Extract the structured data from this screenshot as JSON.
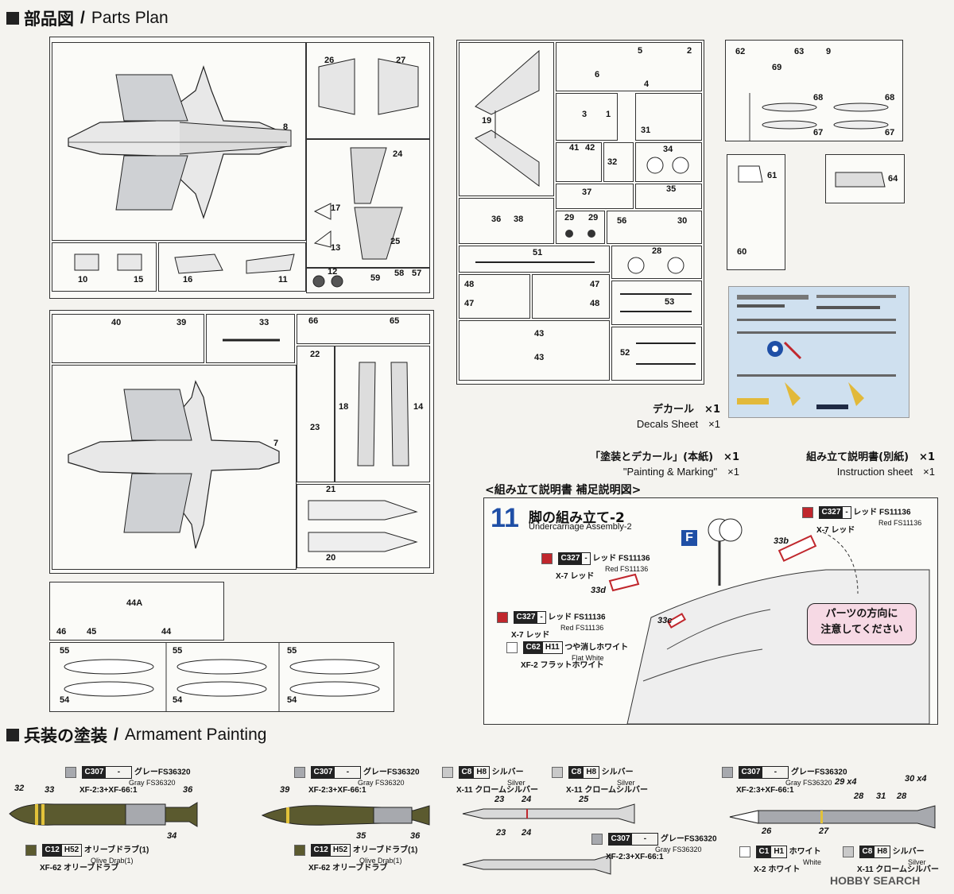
{
  "sections": {
    "parts_jp": "部品図",
    "parts_en": "Parts Plan",
    "arm_jp": "兵装の塗装",
    "arm_en": "Armament Painting"
  },
  "parts": {
    "p8": "8",
    "p26": "26",
    "p27": "27",
    "p24": "24",
    "p17": "17",
    "p13": "13",
    "p25": "25",
    "p10": "10",
    "p15": "15",
    "p16": "16",
    "p11": "11",
    "p12": "12",
    "p59": "59",
    "p58": "58",
    "p57": "57",
    "p19": "19",
    "p5": "5",
    "p2": "2",
    "p6": "6",
    "p4": "4",
    "p3": "3",
    "p1": "1",
    "p31": "31",
    "p41": "41",
    "p42": "42",
    "p32": "32",
    "p34": "34",
    "p35": "35",
    "p37": "37",
    "p36": "36",
    "p38": "38",
    "p29a": "29",
    "p29b": "29",
    "p56": "56",
    "p30": "30",
    "p51": "51",
    "p28": "28",
    "p48a": "48",
    "p47a": "47",
    "p47b": "47",
    "p48b": "48",
    "p53": "53",
    "p43a": "43",
    "p43b": "43",
    "p52": "52",
    "p62": "62",
    "p63": "63",
    "p69": "69",
    "p9": "9",
    "p68a": "68",
    "p68b": "68",
    "p67a": "67",
    "p67b": "67",
    "p61": "61",
    "p60": "60",
    "p64": "64",
    "p40": "40",
    "p39": "39",
    "p33": "33",
    "p66": "66",
    "p65": "65",
    "p22": "22",
    "p23": "23",
    "p18": "18",
    "p14": "14",
    "p7": "7",
    "p21": "21",
    "p20": "20",
    "p46": "46",
    "p45": "45",
    "p44a": "44A",
    "p44": "44",
    "p55a": "55",
    "p54a": "54",
    "p55b": "55",
    "p54b": "54",
    "p55c": "55",
    "p54c": "54"
  },
  "documents": {
    "decal_jp": "デカール　×1",
    "decal_en": "Decals Sheet　×1",
    "painting_jp": "「塗装とデカール」(本紙)　×1",
    "painting_en": "\"Painting & Marking\"　×1",
    "instr_jp": "組み立て説明書(別紙)　×1",
    "instr_en": "Instruction sheet　×1"
  },
  "supplement": {
    "title": "<組み立て説明書 補足説明図>",
    "step_no": "11",
    "step_jp": "脚の組み立て-2",
    "step_en": "Undercarriage Assembly-2",
    "f_tag": "F",
    "note": "パーツの方向に\n注意してください",
    "l33b": "33b",
    "l33c": "33c",
    "l33d": "33d",
    "red1": {
      "code": "C327",
      "hcode": "-",
      "jp": "レッド FS11136",
      "en": "Red FS11136",
      "xf": "X-7 レッド"
    },
    "red2": {
      "code": "C327",
      "hcode": "-",
      "jp": "レッド FS11136",
      "en": "Red FS11136",
      "xf": "X-7 レッド"
    },
    "red3": {
      "code": "C327",
      "hcode": "-",
      "jp": "レッド FS11136",
      "en": "Red FS11136",
      "xf": "X-7 レッド"
    },
    "white": {
      "code": "C62",
      "hcode": "H11",
      "jp": "つや消しホワイト",
      "en": "Flat White",
      "xf": "XF-2 フラットホワイト"
    }
  },
  "armament": {
    "gbu1": {
      "gray": {
        "code": "C307",
        "hcode": "-",
        "jp": "グレーFS36320",
        "en": "Gray FS36320",
        "xf": "XF-2:3+XF-66:1"
      },
      "olive": {
        "code": "C12",
        "hcode": "H52",
        "jp": "オリーブドラブ(1)",
        "en": "Olive Drab(1)",
        "xf": "XF-62 オリーブドラブ"
      },
      "l32": "32",
      "l33": "33",
      "l36": "36",
      "l34": "34"
    },
    "gbu2": {
      "gray": {
        "code": "C307",
        "hcode": "-",
        "jp": "グレーFS36320",
        "en": "Gray FS36320",
        "xf": "XF-2:3+XF-66:1"
      },
      "olive": {
        "code": "C12",
        "hcode": "H52",
        "jp": "オリーブドラブ(1)",
        "en": "Olive Drab(1)",
        "xf": "XF-62 オリーブドラブ"
      },
      "l39": "39",
      "l35": "35",
      "l36": "36"
    },
    "aim9": {
      "silverA": {
        "code": "C8",
        "hcode": "H8",
        "jp": "シルバー",
        "en": "Silver",
        "xf": "X-11 クロームシルバー"
      },
      "silverB": {
        "code": "C8",
        "hcode": "H8",
        "jp": "シルバー",
        "en": "Silver",
        "xf": "X-11 クロームシルバー"
      },
      "gray": {
        "code": "C307",
        "hcode": "-",
        "jp": "グレーFS36320",
        "en": "Gray FS36320",
        "xf": "XF-2:3+XF-66:1"
      },
      "l23a": "23",
      "l24a": "24",
      "l25": "25",
      "l23b": "23",
      "l24b": "24"
    },
    "aim120": {
      "gray": {
        "code": "C307",
        "hcode": "-",
        "jp": "グレーFS36320",
        "en": "Gray FS36320",
        "xf": "XF-2:3+XF-66:1"
      },
      "white": {
        "code": "C1",
        "hcode": "H1",
        "jp": "ホワイト",
        "en": "White",
        "xf": "X-2 ホワイト"
      },
      "silver": {
        "code": "C8",
        "hcode": "H8",
        "jp": "シルバー",
        "en": "Silver",
        "xf": "X-11 クロームシルバー"
      },
      "l29": "29 x4",
      "l28a": "28",
      "l31": "31",
      "l28b": "28",
      "l30": "30 x4",
      "l26": "26",
      "l27": "27"
    }
  },
  "watermark": "HOBBY SEARCH",
  "colors": {
    "gray": "#a7a9ae",
    "olive": "#5b5a2f",
    "red": "#c0272d",
    "white": "#ffffff",
    "silver": "#c9c9c9",
    "blue": "#1f4fa6",
    "pink": "#f6d9e4"
  }
}
